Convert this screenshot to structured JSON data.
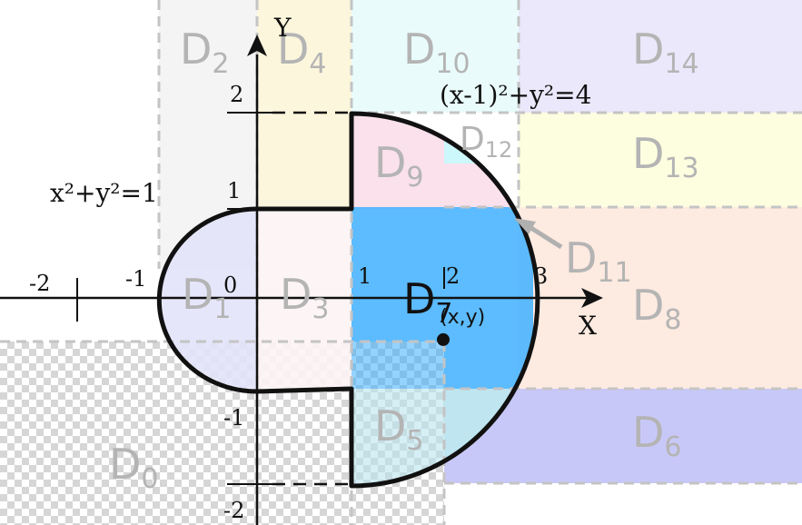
{
  "axes": {
    "x_label": "X",
    "y_label": "Y",
    "x_ticks": [
      "-2",
      "-1",
      "0",
      "1",
      "2",
      "3"
    ],
    "y_ticks": [
      "2",
      "1",
      "-1",
      "-2"
    ]
  },
  "equations": {
    "unit_circle": "x²+y²=1",
    "shifted_circle": "(x-1)²+y²=4"
  },
  "point": {
    "label": "(x,y)",
    "x": 2.0,
    "y": -0.45
  },
  "highlight_region": {
    "name": "D",
    "sub": "7",
    "color": "#3fb0ff"
  },
  "regions": [
    {
      "id": "D0",
      "name": "D",
      "sub": "0",
      "fill": "checkerboard"
    },
    {
      "id": "D1",
      "name": "D",
      "sub": "1",
      "fill": "#e3e3fb"
    },
    {
      "id": "D2",
      "name": "D",
      "sub": "2",
      "fill": "#f4f4f4"
    },
    {
      "id": "D3",
      "name": "D",
      "sub": "3",
      "fill": "#fdf4f4"
    },
    {
      "id": "D4",
      "name": "D",
      "sub": "4",
      "fill": "#fbf6dc"
    },
    {
      "id": "D5",
      "name": "D",
      "sub": "5",
      "fill": "#bfe6f0"
    },
    {
      "id": "D6",
      "name": "D",
      "sub": "6",
      "fill": "#c8c8f8"
    },
    {
      "id": "D8",
      "name": "D",
      "sub": "8",
      "fill": "#fdeae0"
    },
    {
      "id": "D9",
      "name": "D",
      "sub": "9",
      "fill": "#fae1ec"
    },
    {
      "id": "D10",
      "name": "D",
      "sub": "10",
      "fill": "#e9fcfb"
    },
    {
      "id": "D11",
      "name": "D",
      "sub": "11",
      "fill": "none"
    },
    {
      "id": "D12",
      "name": "D",
      "sub": "12",
      "fill": "#cdf8fb"
    },
    {
      "id": "D13",
      "name": "D",
      "sub": "13",
      "fill": "#fdfde0"
    },
    {
      "id": "D14",
      "name": "D",
      "sub": "14",
      "fill": "#ebe8fb"
    }
  ],
  "colors": {
    "outline": "#111111",
    "axis": "#111111",
    "region_label": "#b4b4b4",
    "dashed_border": "#c4c4c4"
  }
}
